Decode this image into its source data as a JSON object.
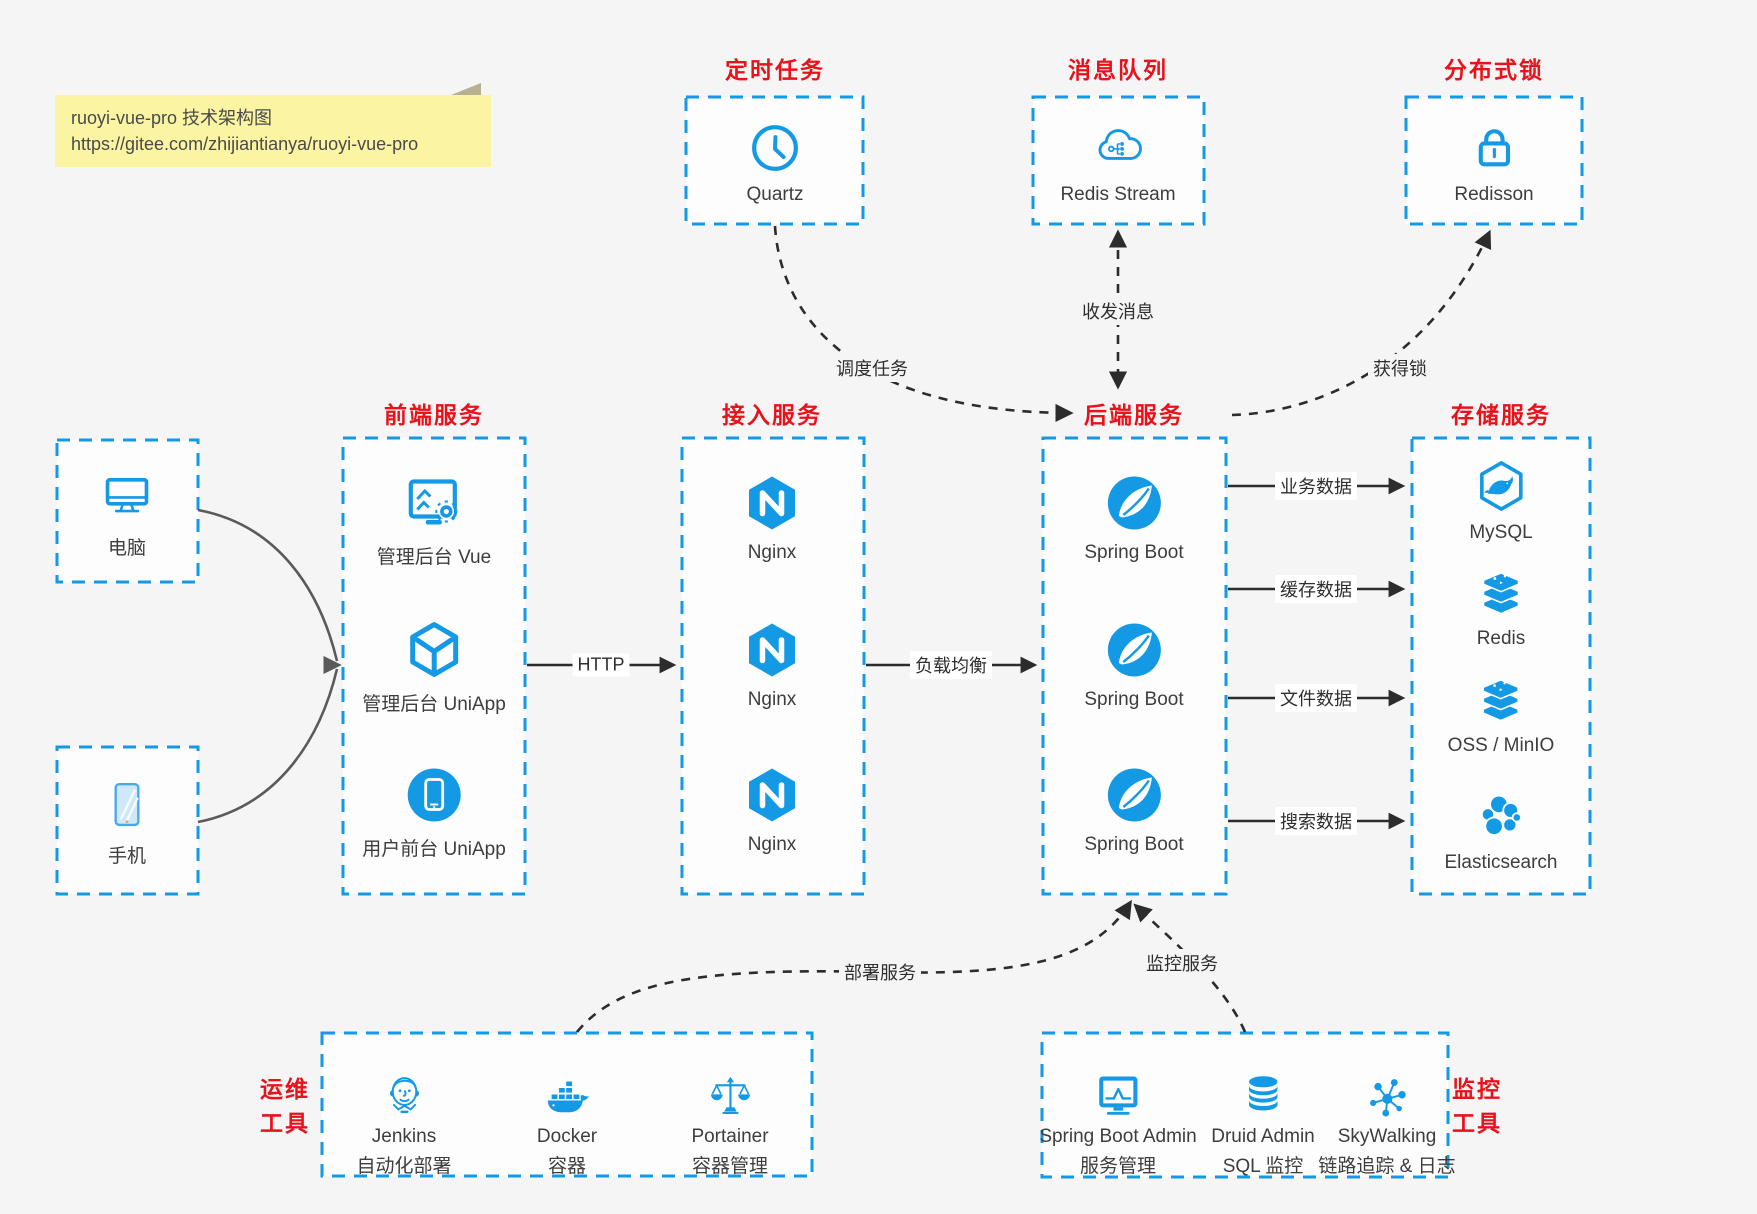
{
  "note": {
    "title": "ruoyi-vue-pro 技术架构图",
    "url": "https://gitee.com/zhijiantianya/ruoyi-vue-pro"
  },
  "top_groups": [
    {
      "title": "定时任务",
      "item": {
        "icon": "clock-icon",
        "label": "Quartz"
      }
    },
    {
      "title": "消息队列",
      "item": {
        "icon": "cloud-stream-icon",
        "label": "Redis Stream"
      }
    },
    {
      "title": "分布式锁",
      "item": {
        "icon": "lock-icon",
        "label": "Redisson"
      }
    }
  ],
  "clients": [
    {
      "icon": "desktop-icon",
      "label": "电脑"
    },
    {
      "icon": "mobile-icon",
      "label": "手机"
    }
  ],
  "columns": [
    {
      "title": "前端服务",
      "items": [
        {
          "icon": "admin-console-icon",
          "label": "管理后台 Vue"
        },
        {
          "icon": "uniapp-cube-icon",
          "label": "管理后台 UniApp"
        },
        {
          "icon": "mobile-app-icon",
          "label": "用户前台 UniApp"
        }
      ]
    },
    {
      "title": "接入服务",
      "items": [
        {
          "icon": "nginx-icon",
          "label": "Nginx"
        },
        {
          "icon": "nginx-icon",
          "label": "Nginx"
        },
        {
          "icon": "nginx-icon",
          "label": "Nginx"
        }
      ]
    },
    {
      "title": "后端服务",
      "items": [
        {
          "icon": "spring-boot-icon",
          "label": "Spring Boot"
        },
        {
          "icon": "spring-boot-icon",
          "label": "Spring Boot"
        },
        {
          "icon": "spring-boot-icon",
          "label": "Spring Boot"
        }
      ]
    },
    {
      "title": "存储服务",
      "items": [
        {
          "icon": "mysql-icon",
          "label": "MySQL"
        },
        {
          "icon": "redis-stack-icon",
          "label": "Redis"
        },
        {
          "icon": "redis-stack-icon",
          "label": "OSS / MinIO"
        },
        {
          "icon": "elasticsearch-icon",
          "label": "Elasticsearch"
        }
      ]
    }
  ],
  "edges": {
    "http": "HTTP",
    "load_balance": "负载均衡",
    "business_data": "业务数据",
    "cache_data": "缓存数据",
    "file_data": "文件数据",
    "search_data": "搜索数据",
    "schedule_task": "调度任务",
    "message": "收发消息",
    "lock": "获得锁",
    "deploy": "部署服务",
    "monitor": "监控服务"
  },
  "bottom_groups": [
    {
      "title_lines": [
        "运维",
        "工具"
      ],
      "items": [
        {
          "icon": "jenkins-icon",
          "label": "Jenkins",
          "sublabel": "自动化部署"
        },
        {
          "icon": "docker-icon",
          "label": "Docker",
          "sublabel": "容器"
        },
        {
          "icon": "portainer-icon",
          "label": "Portainer",
          "sublabel": "容器管理"
        }
      ]
    },
    {
      "title_lines": [
        "监控",
        "工具"
      ],
      "items": [
        {
          "icon": "spring-boot-admin-icon",
          "label": "Spring Boot Admin",
          "sublabel": "服务管理"
        },
        {
          "icon": "druid-icon",
          "label": "Druid Admin",
          "sublabel": "SQL 监控"
        },
        {
          "icon": "skywalking-icon",
          "label": "SkyWalking",
          "sublabel": "链路追踪 & 日志"
        }
      ]
    }
  ],
  "colors": {
    "accent_blue": "#1499e5",
    "title_red": "#e8121a",
    "arrow_black": "#2c2c2c",
    "note_yellow": "#fbf4a2"
  }
}
